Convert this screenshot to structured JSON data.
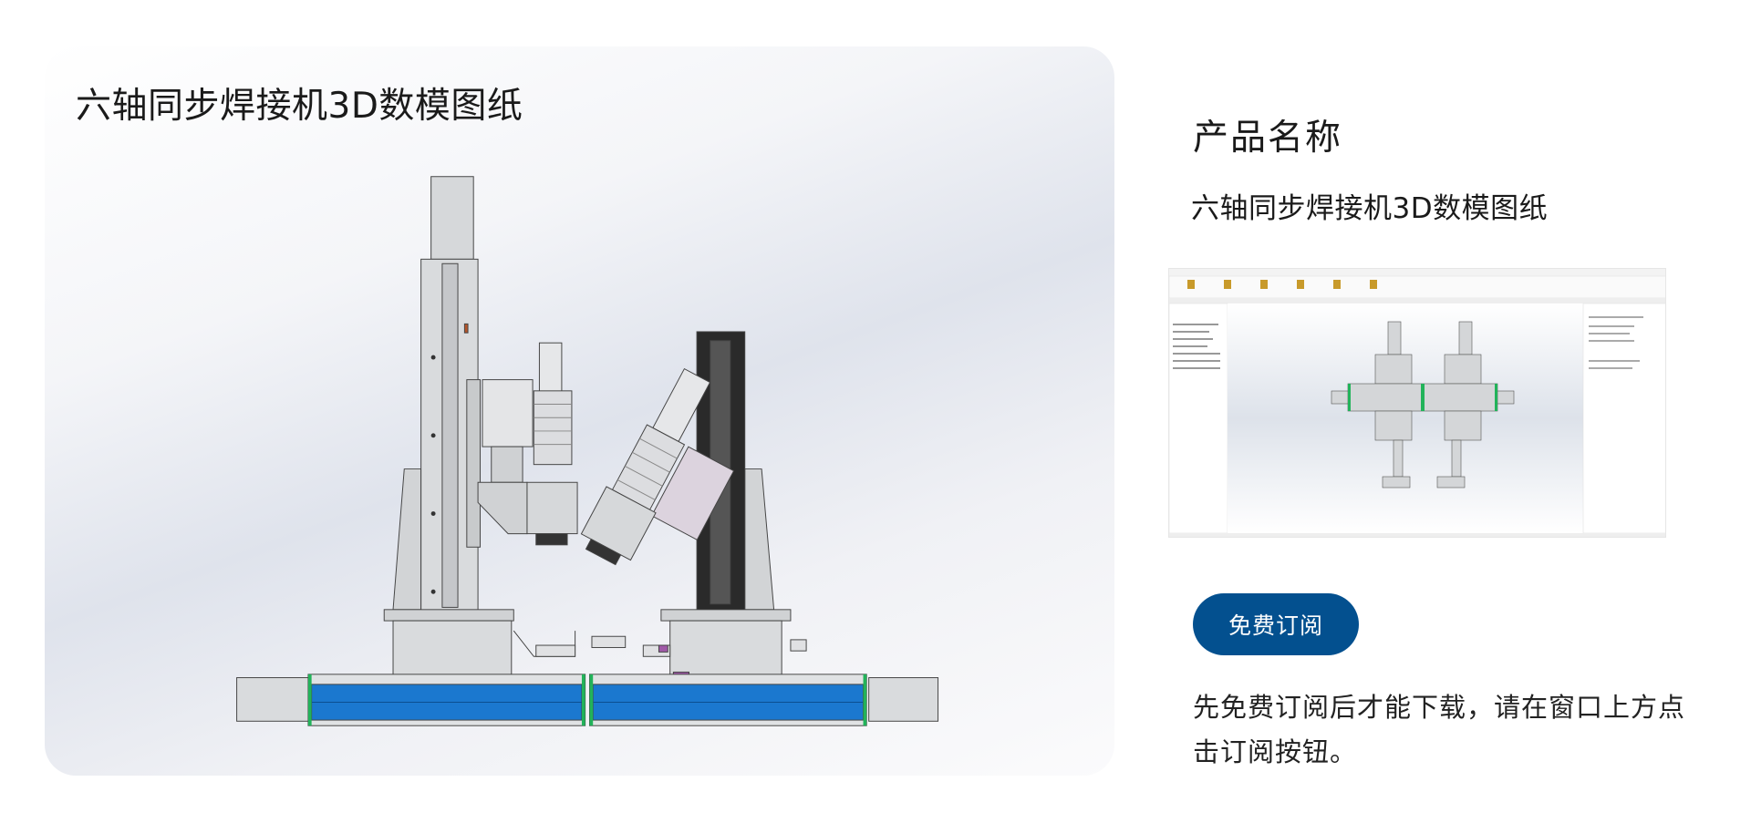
{
  "card": {
    "title": "六轴同步焊接机3D数模图纸"
  },
  "product": {
    "name_label": "产品名称",
    "name_value": "六轴同步焊接机3D数模图纸"
  },
  "subscribe": {
    "button_label": "免费订阅"
  },
  "description": "先免费订阅后才能下载，请在窗口上方点击订阅按钮。",
  "colors": {
    "accent": "#03508f",
    "rail_blue": "#1b78cf",
    "endcap_green": "#22b35a"
  }
}
